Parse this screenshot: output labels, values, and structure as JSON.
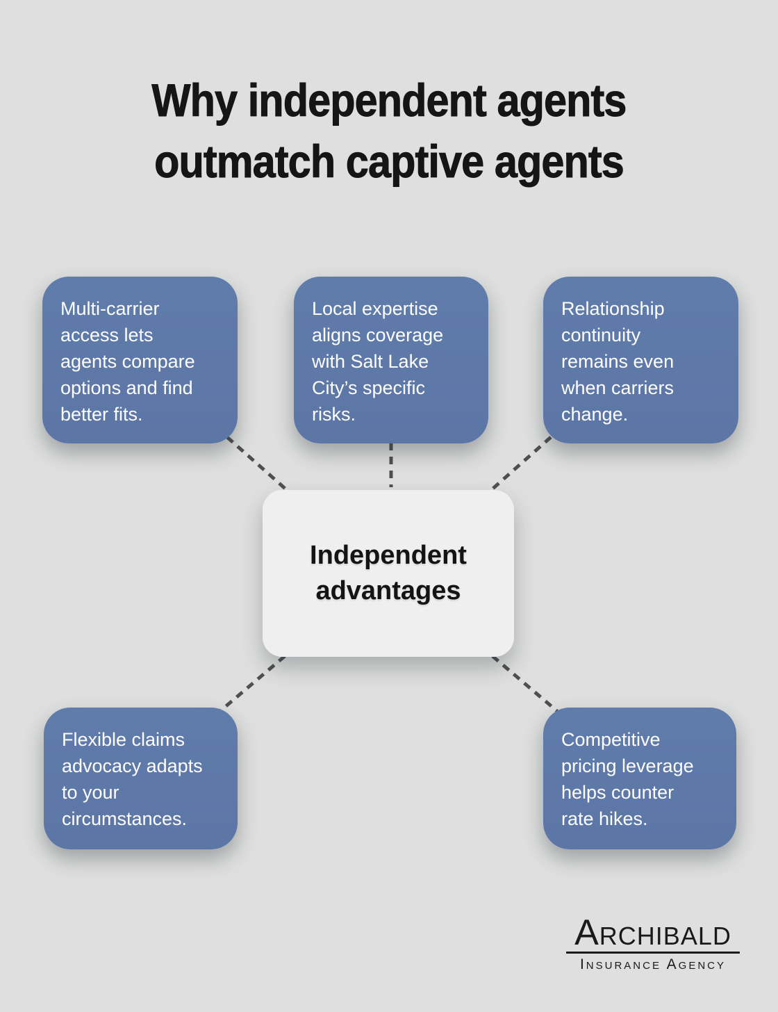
{
  "title": {
    "text": "Why independent agents\noutmatch captive agents"
  },
  "center_node": {
    "label": "Independent\nadvantages"
  },
  "advantages": [
    {
      "id": "multi-carrier-access",
      "text": "Multi-carrier\naccess lets\nagents compare\noptions and find\nbetter fits."
    },
    {
      "id": "local-expertise",
      "text": "Local expertise\naligns coverage\nwith Salt Lake\nCity’s specific\nrisks."
    },
    {
      "id": "relationship-continuity",
      "text": "Relationship\ncontinuity\nremains even\nwhen carriers\nchange."
    },
    {
      "id": "flexible-claims-advocacy",
      "text": "Flexible claims\nadvocacy adapts\nto your\ncircumstances."
    },
    {
      "id": "competitive-pricing",
      "text": "Competitive\npricing leverage\nhelps counter\nrate hikes."
    }
  ],
  "logo": {
    "name": "Archibald",
    "tagline": "Insurance Agency"
  },
  "colors": {
    "background": "#dedfde",
    "card_blue": "#5d77a8",
    "card_blue_top": "#607cab",
    "card_text": "#ffffff",
    "center_bg": "#efeff0",
    "center_text": "#141414",
    "title_text": "#151515",
    "connector": "#4f4f4f",
    "logo_text": "#1a1a1a"
  }
}
